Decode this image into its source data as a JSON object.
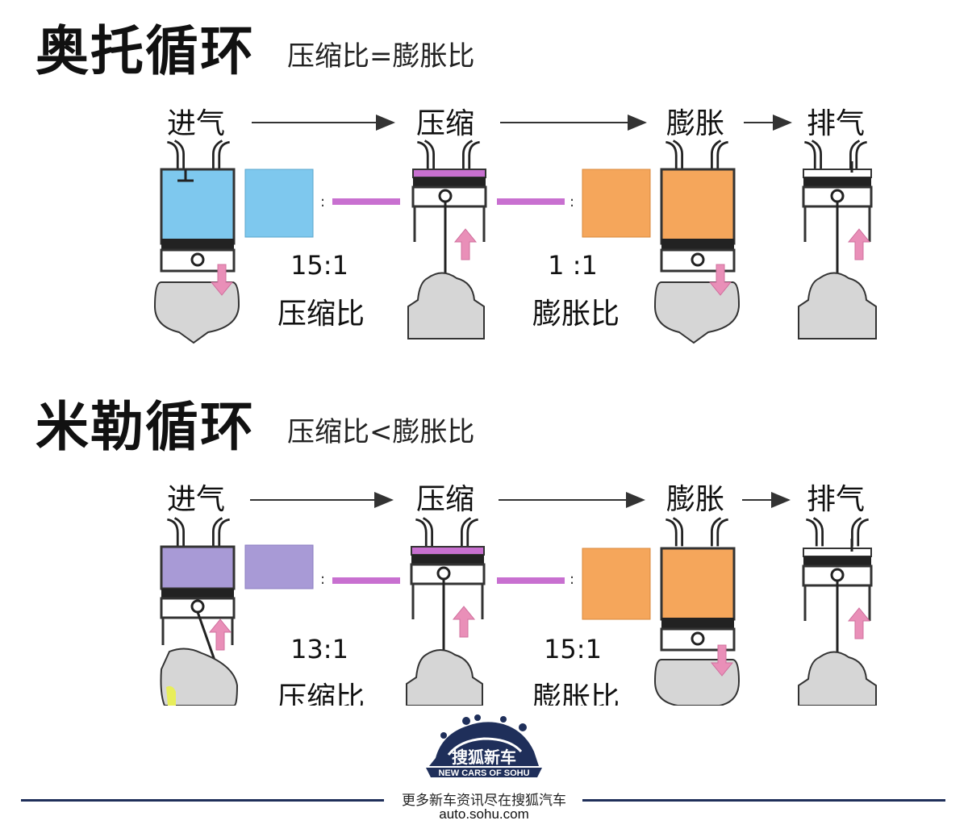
{
  "otto": {
    "title": "奥托循环",
    "subtitle": "压缩比=膨胀比",
    "stages": [
      "进气",
      "压缩",
      "膨胀",
      "排气"
    ],
    "compression_ratio": "15:1",
    "compression_label": "压缩比",
    "expansion_ratio": "1 :1",
    "expansion_label": "膨胀比"
  },
  "miller": {
    "title": "米勒循环",
    "subtitle": "压缩比<膨胀比",
    "stages": [
      "进气",
      "压缩",
      "膨胀",
      "排气"
    ],
    "compression_ratio": "13:1",
    "compression_label": "压缩比",
    "expansion_ratio": "15:1",
    "expansion_label": "膨胀比"
  },
  "colors": {
    "otto_intake": "#7ec8ee",
    "miller_intake": "#a89ad6",
    "expansion": "#f5a65b",
    "compressed": "#c870d0",
    "piston_dark": "#222222",
    "crank_gray": "#d6d6d6",
    "arrow_pink": "#e98fb8",
    "brand_navy": "#1f2f5a"
  },
  "footer": {
    "logo_cn": "搜狐新车",
    "logo_en": "NEW CARS OF SOHU",
    "slogan": "更多新车资讯尽在搜狐汽车",
    "site": "auto.sohu.com"
  }
}
